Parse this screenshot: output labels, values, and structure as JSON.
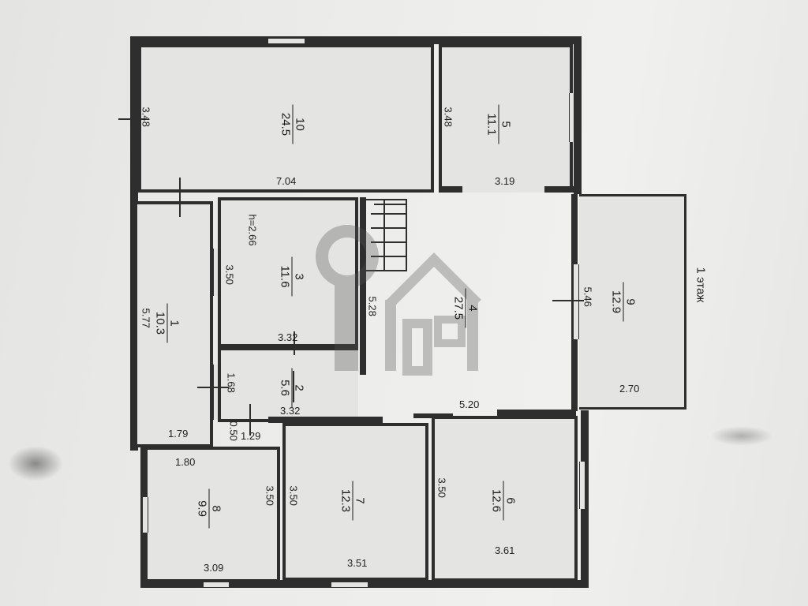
{
  "floor_label": "1 этаж",
  "ceiling_height": "h=2.66",
  "rooms": [
    {
      "num": "10",
      "area": "24.5"
    },
    {
      "num": "5",
      "area": "11.1"
    },
    {
      "num": "3",
      "area": "11.6"
    },
    {
      "num": "4",
      "area": "27.5"
    },
    {
      "num": "9",
      "area": "12.9"
    },
    {
      "num": "1",
      "area": "10.3"
    },
    {
      "num": "2",
      "area": "5.6"
    },
    {
      "num": "8",
      "area": "9.9"
    },
    {
      "num": "7",
      "area": "12.3"
    },
    {
      "num": "6",
      "area": "12.6"
    }
  ],
  "dimensions": {
    "d_348_a": "3.48",
    "d_704": "7.04",
    "d_348_b": "3.48",
    "d_319": "3.19",
    "d_350_a": "3.50",
    "d_528": "5.28",
    "d_332_a": "3.32",
    "d_546": "5.46",
    "d_577": "5.77",
    "d_168": "1.68",
    "d_332_b": "3.32",
    "d_520": "5.20",
    "d_270": "2.70",
    "d_179": "1.79",
    "d_050": "0.50",
    "d_129": "1.29",
    "d_180": "1.80",
    "d_350_b": "3.50",
    "d_350_c": "3.50",
    "d_350_d": "3.50",
    "d_309": "3.09",
    "d_351": "3.51",
    "d_361": "3.61"
  },
  "colors": {
    "line": "#2e2e2e",
    "paper": "#e9e9e7",
    "watermark": "#555555"
  }
}
